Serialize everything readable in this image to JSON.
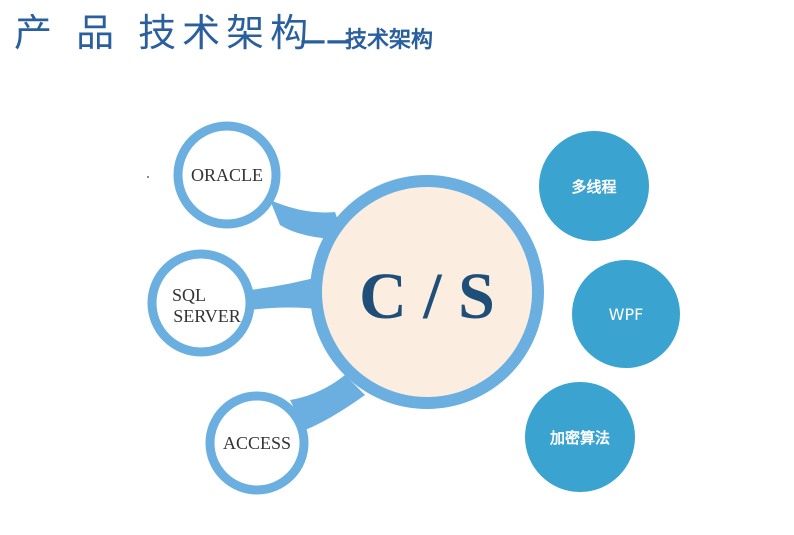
{
  "title": {
    "main": "产 品 技术架构",
    "separator": "——",
    "sub": "技术架构"
  },
  "center": {
    "label": "C / S"
  },
  "databases": [
    {
      "label_lines": [
        "ORACLE"
      ]
    },
    {
      "label_lines": [
        "SQL",
        "SERVER"
      ]
    },
    {
      "label_lines": [
        "ACCESS"
      ]
    }
  ],
  "features": [
    {
      "label": "多线程"
    },
    {
      "label": "WPF"
    },
    {
      "label": "加密算法"
    }
  ],
  "colors": {
    "title": "#2a5f9e",
    "ring": "#6aafdf",
    "center_fill": "#fbeee0",
    "center_text": "#1f4e79",
    "db_text": "#333333",
    "feature_fill": "#3aa3cf",
    "feature_text": "#ffffff"
  }
}
